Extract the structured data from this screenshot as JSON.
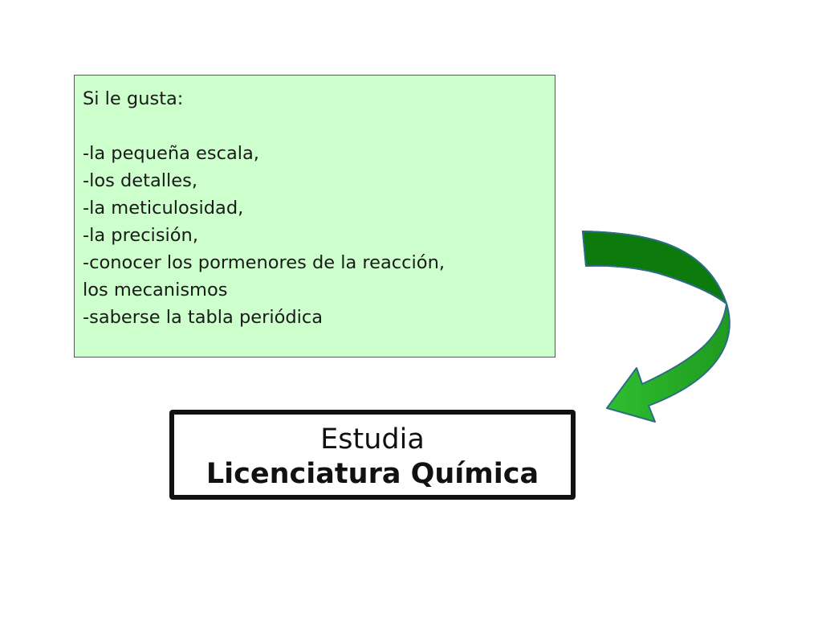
{
  "condition_box": {
    "heading": "Si le gusta:",
    "items": [
      "-la pequeña escala,",
      "-los detalles,",
      "-la meticulosidad,",
      "-la precisión,",
      "-conocer los pormenores de la reacción,",
      "los mecanismos",
      "-saberse la tabla periódica"
    ],
    "fill_color": "#ccffcc"
  },
  "result_box": {
    "line1": "Estudia",
    "line2": "Licenciatura Química"
  },
  "arrow": {
    "icon": "curved-arrow-icon",
    "color_light": "#2eb82e",
    "color_dark": "#0f6e0f"
  }
}
